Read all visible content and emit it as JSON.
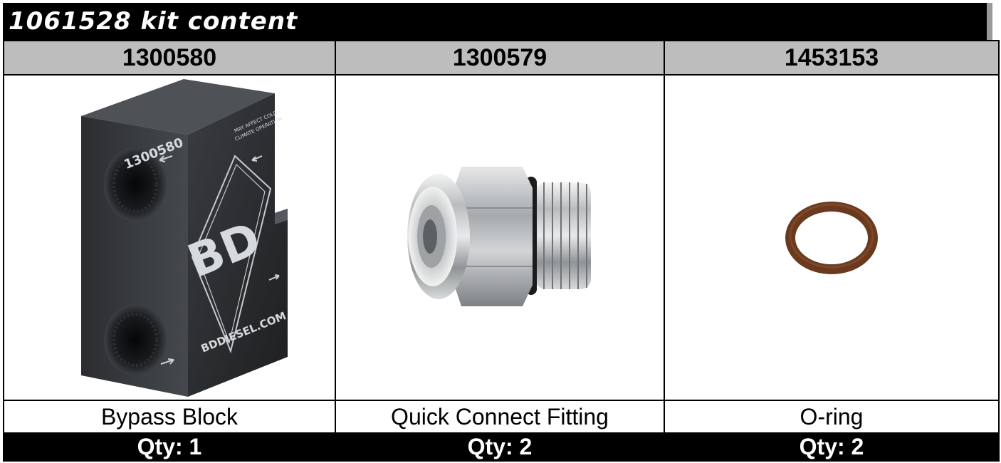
{
  "header": {
    "title": "1061528 kit content"
  },
  "items": [
    {
      "part_number": "1300580",
      "name": "Bypass Block",
      "qty": "Qty: 1",
      "image_icon": "bypass-block-image"
    },
    {
      "part_number": "1300579",
      "name": "Quick Connect Fitting",
      "qty": "Qty: 2",
      "image_icon": "quick-connect-fitting-image"
    },
    {
      "part_number": "1453153",
      "name": "O-ring",
      "qty": "Qty: 2",
      "image_icon": "o-ring-image"
    }
  ],
  "block_markings": {
    "part_label": "1300580",
    "logo": "BD",
    "warning_line1": "MAY AFFECT COLD",
    "warning_line2": "CLIMATE OPERATION",
    "website": "BDDIESEL.COM"
  },
  "colors": {
    "title_bg": "#000000",
    "title_text": "#ffffff",
    "header_cell_bg": "#bdbdbd",
    "qty_bg": "#000000",
    "oring": "#6b3a1e"
  }
}
